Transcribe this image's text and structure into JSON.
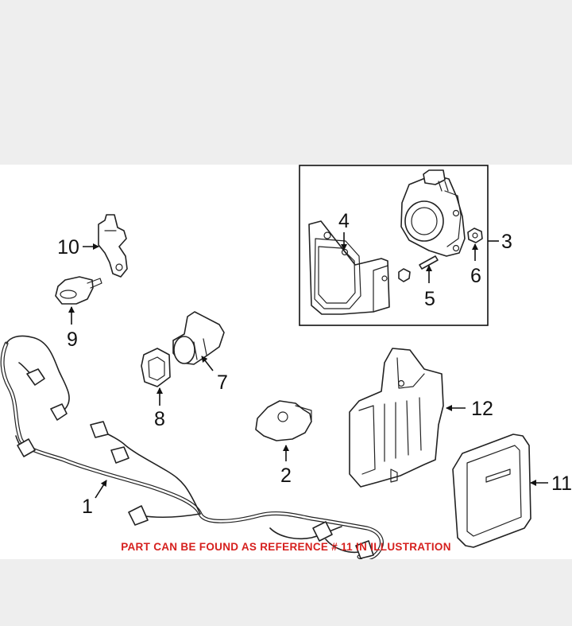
{
  "callouts": {
    "c1": "1",
    "c2": "2",
    "c3": "3",
    "c4": "4",
    "c5": "5",
    "c6": "6",
    "c7": "7",
    "c8": "8",
    "c9": "9",
    "c10": "10",
    "c11": "11",
    "c12": "12"
  },
  "note": "PART CAN BE FOUND AS REFERENCE # 11 IN ILLUSTRATION",
  "colors": {
    "note_red": "#d6201e",
    "band_gray": "#eeeeee",
    "line_black": "#222222"
  }
}
